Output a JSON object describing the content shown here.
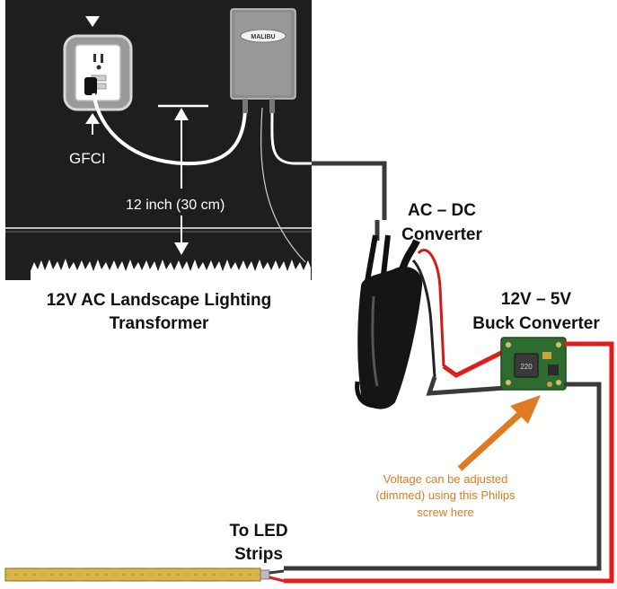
{
  "labels": {
    "gfci": "GFCI",
    "brand": "MALIBU",
    "distance": "12 inch (30 cm)",
    "transformer_line1": "12V AC Landscape Lighting",
    "transformer_line2": "Transformer",
    "acdc_line1": "AC – DC",
    "acdc_line2": "Converter",
    "buck_line1": "12V – 5V",
    "buck_line2": "Buck Converter",
    "note_line1": "Voltage can be adjusted",
    "note_line2": "(dimmed) using this Philips",
    "note_line3": "screw here",
    "led_line1": "To LED",
    "led_line2": "Strips"
  },
  "colors": {
    "panel_bg": "#1e1e1e",
    "wire_red": "#e21b1b",
    "wire_black": "#3a3a3a",
    "note_orange": "#e07a1f",
    "board_green": "#2e6b2e",
    "led_strip": "#d9b44a"
  }
}
